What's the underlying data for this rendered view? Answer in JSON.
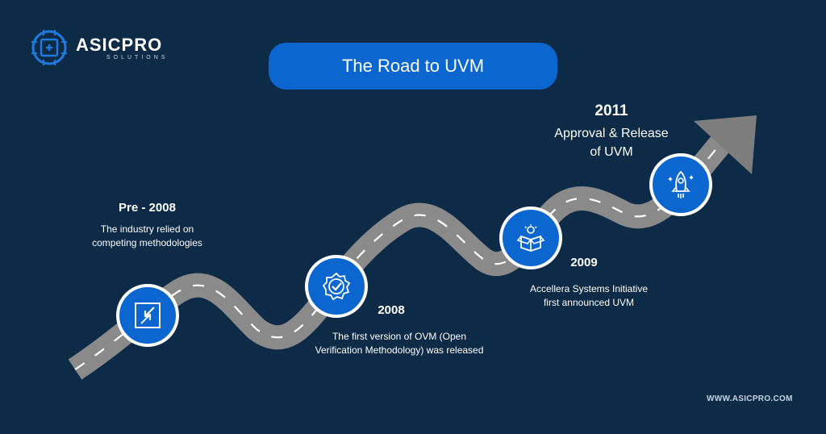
{
  "brand": {
    "name": "ASICPRO",
    "tagline": "SOLUTIONS",
    "website": "WWW.ASICPRO.COM"
  },
  "title": "The Road to UVM",
  "colors": {
    "background": "#0d2a47",
    "accent": "#0b67cf",
    "road": "#8a8a8a",
    "arrow": "#7d7d7d"
  },
  "milestones": [
    {
      "year": "Pre - 2008",
      "desc_lines": [
        "The industry relied on",
        "competing methodologies"
      ],
      "icon": "arrows-converge-icon"
    },
    {
      "year": "2008",
      "desc_lines": [
        "The first version of OVM (Open",
        "Verification Methodology) was released"
      ],
      "icon": "verified-badge-icon"
    },
    {
      "year": "2009",
      "desc_lines": [
        "Accellera Systems Initiative",
        "first announced UVM"
      ],
      "icon": "idea-box-icon"
    },
    {
      "year": "2011",
      "desc_lines": [
        "Approval & Release",
        "of UVM"
      ],
      "icon": "rocket-icon"
    }
  ]
}
